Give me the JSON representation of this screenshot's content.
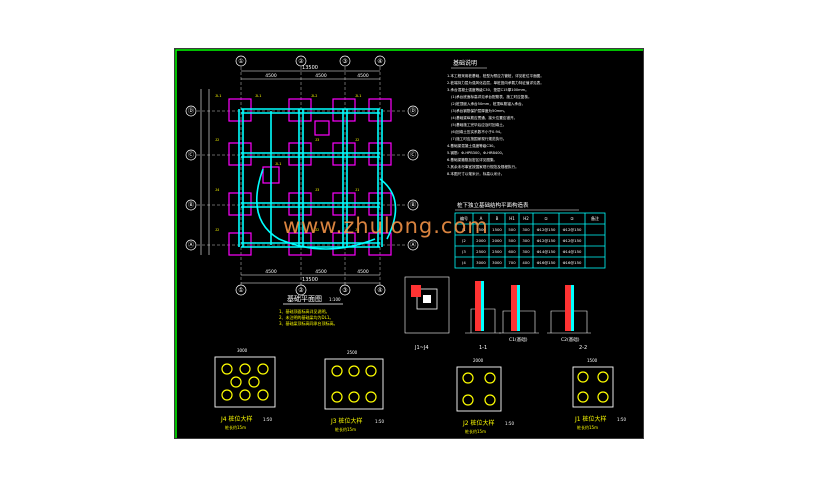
{
  "axes": {
    "top": [
      "①",
      "②",
      "③",
      "④"
    ],
    "bottom": [
      "①",
      "②",
      "③",
      "④"
    ],
    "left": [
      "Ⓓ",
      "Ⓒ",
      "Ⓑ",
      "Ⓐ"
    ],
    "right": [
      "Ⓓ",
      "Ⓒ",
      "Ⓑ",
      "Ⓐ"
    ]
  },
  "dims": {
    "top_total": "13500",
    "top_spans": [
      "4500",
      "4500",
      "4500"
    ],
    "bottom_spans": [
      "4500",
      "4500",
      "4500"
    ],
    "bottom_total": "13500"
  },
  "plan": {
    "title": "基础平面图",
    "scale": "1:100",
    "notes": [
      "1、基础顶面标高详见说明。",
      "2、未注明的基础梁均为DL1。",
      "3、基础梁顶标高同承台顶标高。"
    ]
  },
  "notes_block": {
    "title": "基础说明",
    "lines": [
      "1.本工程采用桩基础，桩型为预应力管桩，详见桩位平面图。",
      "2.桩端持力层为强风化岩层，单桩竖向承载力特征值详见表。",
      "3.承台混凝土强度等级C30，垫层C15厚100mm。",
      "(1)承台底面标高详见承台配筋表，施工时应复核。",
      "(2)桩顶嵌入承台50mm，桩顶纵筋锚入承台。",
      "(3)承台钢筋保护层厚度为50mm。",
      "(4)基础梁纵筋应贯通，接头位置应错开。",
      "(5)基础施工完毕后应及时回填土。",
      "(6)回填土压实系数不小于0.94。",
      "(7)施工时应按国家现行规范执行。",
      "4.基础梁混凝土强度等级C30。",
      "5.钢筋：Φ-HPB300，Φ-HRB400。",
      "6.基础梁箍筋加密区详见图集。",
      "7.其余未尽事宜按国家现行规范及规程执行。",
      "8.本图尺寸以毫米计，标高以米计。"
    ]
  },
  "table": {
    "title": "桩下独立基础结构平面构造表",
    "headers": [
      "编号",
      "A",
      "B",
      "H1",
      "H2",
      "①",
      "②",
      "备注"
    ],
    "rows": [
      [
        "J1",
        "1500",
        "1500",
        "500",
        "300",
        "Φ12@150",
        "Φ12@150",
        ""
      ],
      [
        "J2",
        "2000",
        "2000",
        "500",
        "300",
        "Φ12@150",
        "Φ12@150",
        ""
      ],
      [
        "J3",
        "2500",
        "2500",
        "600",
        "300",
        "Φ14@150",
        "Φ14@150",
        ""
      ],
      [
        "J4",
        "3000",
        "3000",
        "700",
        "400",
        "Φ16@150",
        "Φ16@150",
        ""
      ]
    ]
  },
  "details": {
    "j1j4": "J1~J4",
    "s11": "1-1",
    "s22": "2-2",
    "c1": "C1(基础)",
    "c2": "C2(基础)"
  },
  "pile_caps": [
    {
      "label": "J4 桩位大样",
      "scale": "1:50",
      "note": "桩长约15m",
      "dim": "3000"
    },
    {
      "label": "J3 桩位大样",
      "scale": "1:50",
      "note": "桩长约15m",
      "dim": "2500"
    },
    {
      "label": "J2 桩位大样",
      "scale": "1:50",
      "note": "桩长约15m",
      "dim": "2000"
    },
    {
      "label": "J1 桩位大样",
      "scale": "1:50",
      "note": "桩长约15m",
      "dim": "1500"
    }
  ],
  "watermark": "www.zhulong.com",
  "colors": {
    "background": "#000000",
    "frame": "#00ff00",
    "beam": "#00ffff",
    "column": "#ff00ff",
    "text": "#ffff00",
    "dimension": "#ffffff",
    "rebar": "#ff3333",
    "watermark": "#ff9a4a"
  }
}
